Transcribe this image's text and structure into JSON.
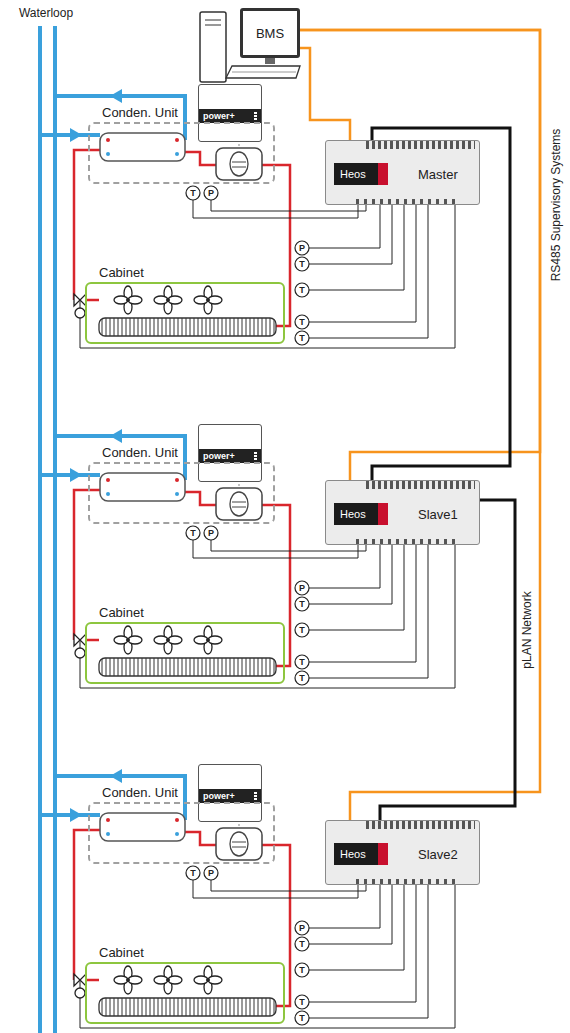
{
  "diagram": {
    "nodes": [
      {
        "text": [
          "BMS"
        ]
      },
      {
        "text": [
          "power+"
        ]
      },
      {
        "text": [
          "Conden. Unit"
        ]
      },
      {
        "text": [
          "Cabinet"
        ]
      },
      {
        "text": [
          "Heos",
          "Master"
        ]
      },
      {
        "text": [
          "power+"
        ]
      },
      {
        "text": [
          "Conden. Unit"
        ]
      },
      {
        "text": [
          "Cabinet"
        ]
      },
      {
        "text": [
          "Heos",
          "Slave1"
        ]
      },
      {
        "text": [
          "power+"
        ]
      },
      {
        "text": [
          "Conden. Unit"
        ]
      },
      {
        "text": [
          "Cabinet"
        ]
      },
      {
        "text": [
          "Heos",
          "Slave2"
        ]
      }
    ],
    "edges": [
      {
        "from": 0,
        "to": 4,
        "arrow": "none"
      },
      {
        "from": 0,
        "to": 8,
        "arrow": "none"
      },
      {
        "from": 0,
        "to": 12,
        "arrow": "none"
      },
      {
        "from": 4,
        "to": 8,
        "arrow": "none"
      },
      {
        "from": 8,
        "to": 12,
        "arrow": "none"
      }
    ],
    "labels": [
      "Waterloop",
      "RS485 Supervisory Systems",
      "pLAN Network",
      "T",
      "P",
      "P",
      "T",
      "T",
      "T",
      "T",
      "T",
      "P",
      "P",
      "T",
      "T",
      "T",
      "T",
      "T",
      "P",
      "P",
      "T",
      "T",
      "T",
      "T"
    ]
  }
}
